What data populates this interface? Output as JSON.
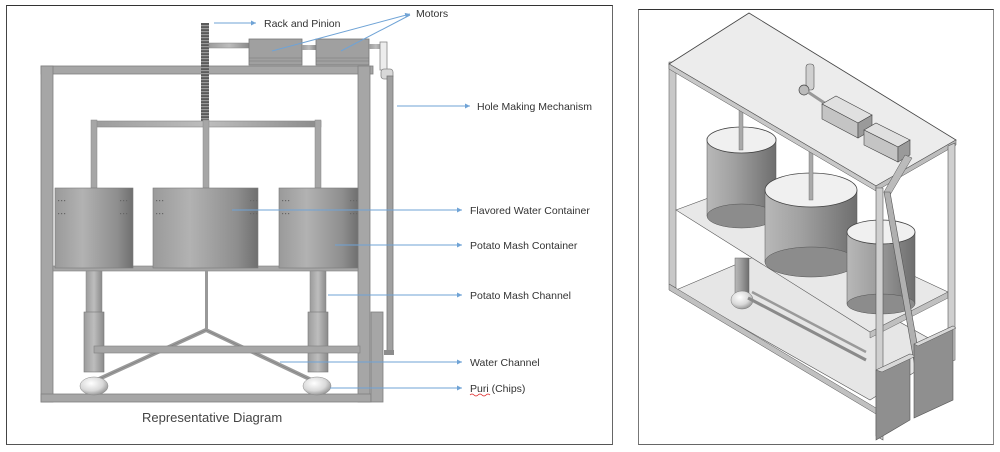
{
  "left_diagram": {
    "caption": "Representative Diagram",
    "labels": {
      "rack_and_pinion": "Rack and Pinion",
      "motors": "Motors",
      "hole_making_mechanism": "Hole Making Mechanism",
      "flavored_water_container": "Flavored Water Container",
      "potato_mash_container": "Potato Mash Container",
      "potato_mash_channel": "Potato Mash Channel",
      "water_channel": "Water Channel",
      "puri_chips": "Puri (Chips)"
    },
    "colors": {
      "leader_line": "#6fa3d6",
      "frame": "#a6a6a6",
      "frame_edge": "#7f7f7f"
    }
  },
  "right_diagram": {
    "description": "3D isometric render of machine"
  }
}
